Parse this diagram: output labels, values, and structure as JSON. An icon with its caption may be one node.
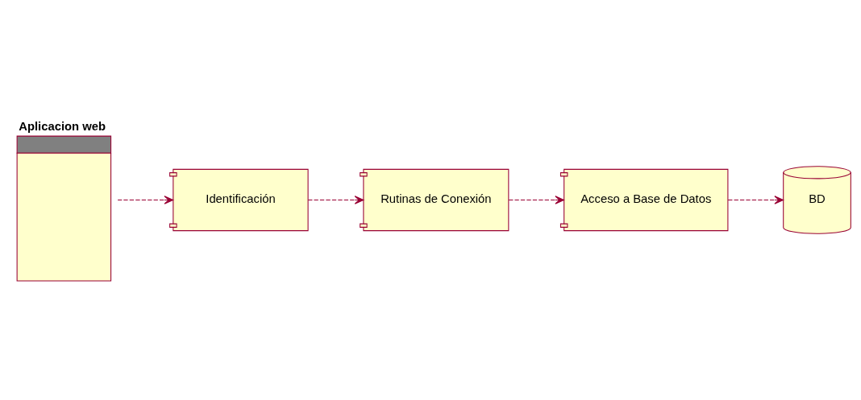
{
  "diagram": {
    "nodes": [
      {
        "text": [
          "Aplicacion web"
        ]
      },
      {
        "text": [
          "Rutinas de Conexión"
        ]
      },
      {
        "text": [
          "Acceso a Base de Datos"
        ]
      },
      {
        "text": [
          "Identificación"
        ]
      },
      {
        "text": [
          "BD"
        ]
      }
    ],
    "edges": [
      {
        "from": 0,
        "to": 3,
        "arrow": "to",
        "style": "dashed"
      },
      {
        "from": 3,
        "to": 1,
        "arrow": "to",
        "style": "dashed"
      },
      {
        "from": 1,
        "to": 2,
        "arrow": "to",
        "style": "dashed"
      },
      {
        "from": 2,
        "to": 4,
        "arrow": "to",
        "style": "dashed"
      }
    ]
  }
}
